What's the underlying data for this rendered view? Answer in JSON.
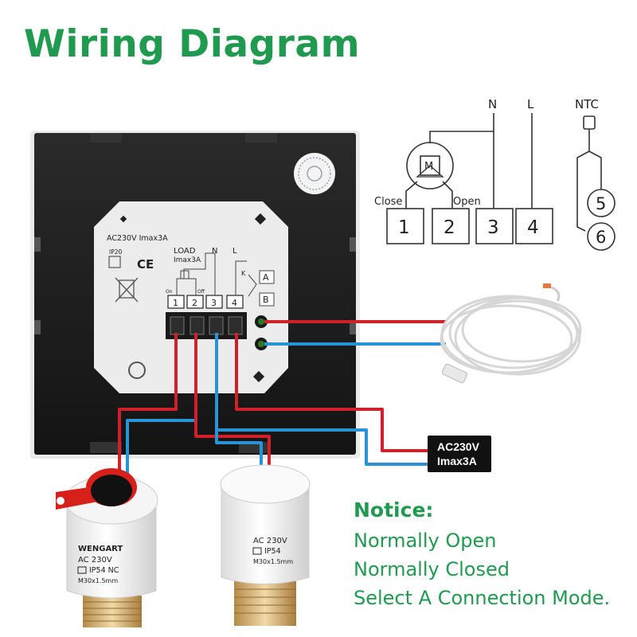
{
  "title": "Wiring Diagram",
  "device": {
    "rating": "AC230V  Imax3A",
    "ip": "IP20",
    "ce": "CE",
    "load_label": "LOAD",
    "imax": "Imax3A",
    "n": "N",
    "l": "L",
    "on": "On",
    "off": "Off",
    "k": "K",
    "a": "A",
    "b": "B",
    "terminals": [
      "1",
      "2",
      "3",
      "4"
    ]
  },
  "schematic": {
    "n": "N",
    "l": "L",
    "ntc": "NTC",
    "close": "Close",
    "open": "Open",
    "motor": "M",
    "terminals": [
      "1",
      "2",
      "3",
      "4"
    ],
    "sensor_terminals": [
      "5",
      "6"
    ]
  },
  "power_label": {
    "line1": "AC230V",
    "line2": "Imax3A"
  },
  "actuator_left": {
    "brand": "WENGART",
    "rating": "AC 230V",
    "ip": "IP54 NC",
    "thread": "M30x1.5mm"
  },
  "actuator_right": {
    "rating": "AC 230V",
    "ip": "IP54",
    "thread": "M30x1.5mm"
  },
  "notice": {
    "heading": "Notice:",
    "lines": [
      "Normally Open",
      "Normally Closed",
      "Select A Connection Mode."
    ]
  },
  "colors": {
    "title": "#1f9a4e",
    "wire_red": "#d0202a",
    "wire_blue": "#2a93d5",
    "panel": "#1d1d1d"
  }
}
